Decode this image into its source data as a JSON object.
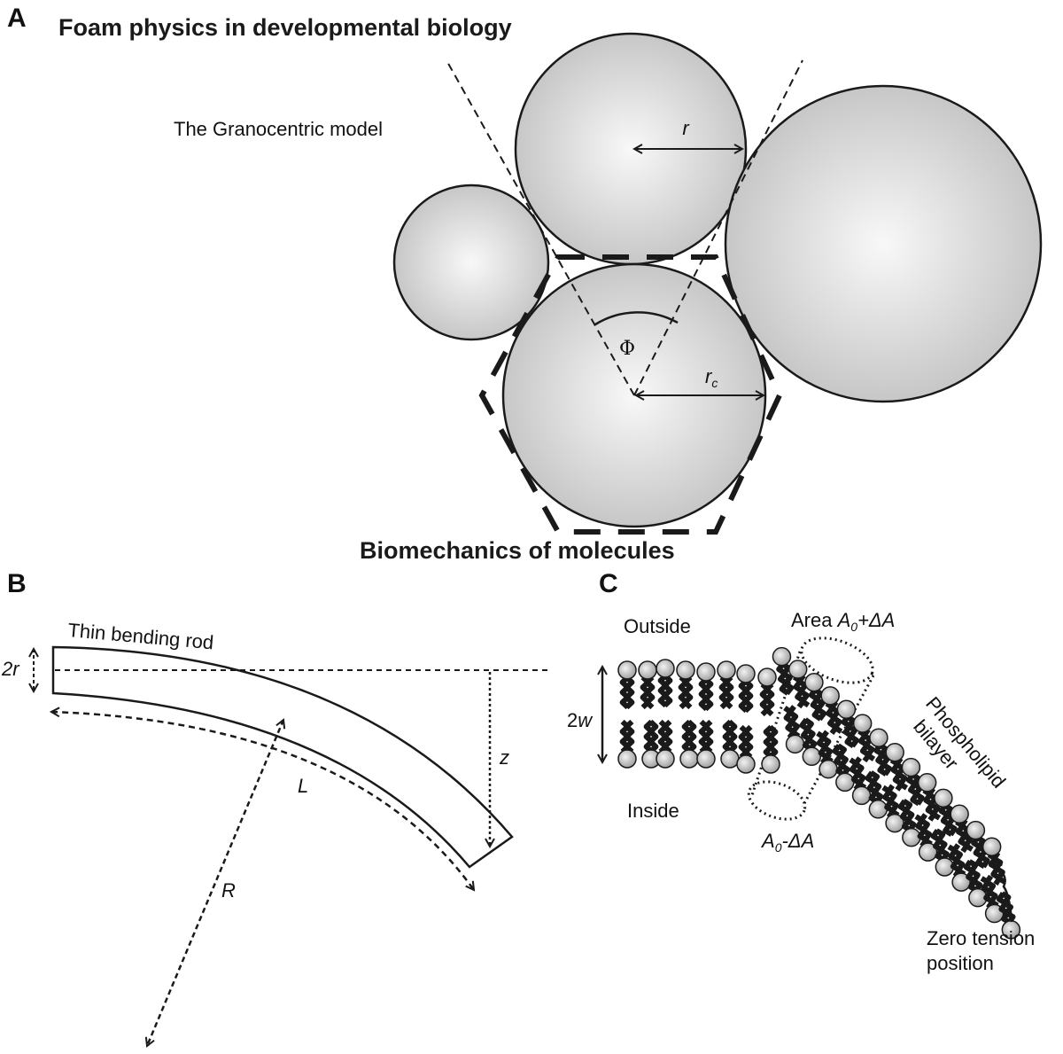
{
  "panels": {
    "A": {
      "letter": "A",
      "title": "Foam physics in developmental biology",
      "subtitle": "The Granocentric model",
      "radius_label": "r",
      "central_radius_label": "r",
      "central_radius_sub": "c",
      "angle_label": "Φ",
      "next_section_title": "Biomechanics of molecules",
      "circles": [
        "small-left",
        "top",
        "large-right",
        "central"
      ]
    },
    "B": {
      "letter": "B",
      "rod_label": "Thin bending rod",
      "thickness_label": "2r",
      "length_label": "L",
      "deflection_label": "z",
      "curvature_radius_label": "R"
    },
    "C": {
      "letter": "C",
      "outside_label": "Outside",
      "inside_label": "Inside",
      "width_label_num": "2",
      "width_label_var": "w",
      "area_top_prefix": "Area ",
      "area_top_A": "A",
      "area_top_sub": "0",
      "area_top_suffix": "+ΔA",
      "area_bottom_A": "A",
      "area_bottom_sub": "0",
      "area_bottom_suffix": "-ΔA",
      "bilayer_line1": "Phospholipid",
      "bilayer_line2": "bilayer",
      "zero_tension_line1": "Zero tension",
      "zero_tension_line2": "position"
    }
  },
  "colors": {
    "stroke": "#1a1a1a",
    "sphere_light": "#f7f7f7",
    "sphere_dark": "#c4c4c4"
  }
}
